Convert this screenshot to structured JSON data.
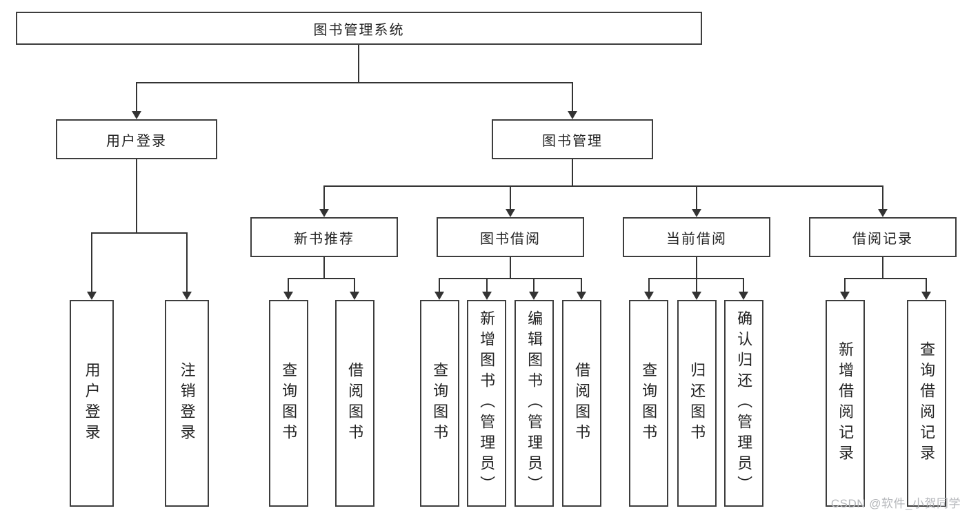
{
  "diagram": {
    "root_label": "图书管理系统",
    "branches": [
      {
        "label": "用户登录",
        "children": [
          {
            "label": "用户登录"
          },
          {
            "label": "注销登录"
          }
        ]
      },
      {
        "label": "图书管理",
        "groups": [
          {
            "label": "新书推荐",
            "children": [
              {
                "label": "查询图书"
              },
              {
                "label": "借阅图书"
              }
            ]
          },
          {
            "label": "图书借阅",
            "children": [
              {
                "label": "查询图书"
              },
              {
                "label": "新增图书（管理员）"
              },
              {
                "label": "编辑图书（管理员）"
              },
              {
                "label": "借阅图书"
              }
            ]
          },
          {
            "label": "当前借阅",
            "children": [
              {
                "label": "查询图书"
              },
              {
                "label": "归还图书"
              },
              {
                "label": "确认归还（管理员）"
              }
            ]
          },
          {
            "label": "借阅记录",
            "children": [
              {
                "label": "新增借阅记录"
              },
              {
                "label": "查询借阅记录"
              }
            ]
          }
        ]
      }
    ]
  },
  "watermark": "CSDN @软件_小贺同学"
}
